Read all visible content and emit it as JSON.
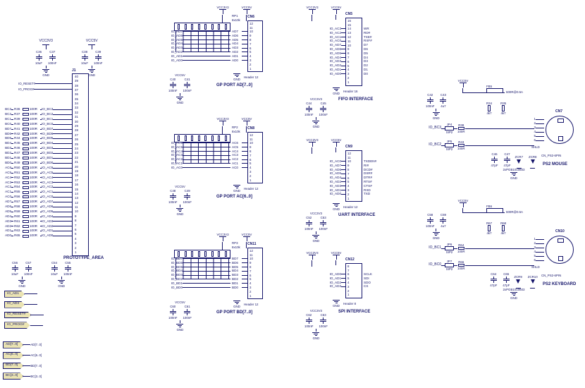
{
  "gnd": "GND",
  "left": {
    "rails": [
      {
        "name": "VCC3V3",
        "caps": [
          {
            "ref": "C36",
            "val": "10uF"
          },
          {
            "ref": "C37",
            "val": "100nF"
          }
        ],
        "gnd": "GND"
      },
      {
        "name": "VCC5V",
        "caps": [
          {
            "ref": "C38",
            "val": "10uF"
          },
          {
            "ref": "C39",
            "val": "100nF"
          }
        ],
        "gnd": "GND"
      }
    ],
    "reset": "IO_RESET#",
    "prog": "IO_PROG#",
    "j1": {
      "ref": "J1",
      "title": "PROTOTYPE_AREA",
      "pins": [
        40,
        39,
        38,
        37,
        36,
        35,
        34,
        33,
        32,
        31,
        30,
        29,
        28,
        27,
        26,
        25,
        24,
        23,
        22,
        21,
        20,
        19,
        18,
        17,
        16,
        15,
        14,
        13,
        12,
        11,
        10,
        9,
        8,
        7,
        6,
        5,
        4,
        3,
        2,
        1
      ]
    },
    "rows": [
      {
        "sig": "BC3",
        "ref": "R36",
        "val": "100R",
        "io": "IO_BC3"
      },
      {
        "sig": "BC2",
        "ref": "R37",
        "val": "100R",
        "io": "IO_BC2"
      },
      {
        "sig": "BC1",
        "ref": "R39",
        "val": "100R",
        "io": "IO_BC1"
      },
      {
        "sig": "BC0",
        "ref": "R40",
        "val": "100R",
        "io": "IO_BC0"
      },
      {
        "sig": "BD7",
        "ref": "R41",
        "val": "100R",
        "io": "IO_BD7"
      },
      {
        "sig": "BD6",
        "ref": "R42",
        "val": "100R",
        "io": "IO_BD6"
      },
      {
        "sig": "BD5",
        "ref": "R44",
        "val": "100R",
        "io": "IO_BD5"
      },
      {
        "sig": "BD4",
        "ref": "R45",
        "val": "100R",
        "io": "IO_BD4"
      },
      {
        "sig": "BD3",
        "ref": "R46",
        "val": "100R",
        "io": "IO_BD3"
      },
      {
        "sig": "BD2",
        "ref": "R47",
        "val": "100R",
        "io": "IO_BD2"
      },
      {
        "sig": "BD1",
        "ref": "R48",
        "val": "100R",
        "io": "IO_BD1"
      },
      {
        "sig": "BD0",
        "ref": "R49",
        "val": "100R",
        "io": "IO_BD0"
      },
      {
        "sig": "AC6",
        "ref": "R50",
        "val": "100R",
        "io": "IO_AC6"
      },
      {
        "sig": "AC5",
        "ref": "R51",
        "val": "100R",
        "io": "IO_AC5"
      },
      {
        "sig": "AC4",
        "ref": "R52",
        "val": "100R",
        "io": "IO_AC4"
      },
      {
        "sig": "AC3",
        "ref": "R53",
        "val": "100R",
        "io": "IO_AC3"
      },
      {
        "sig": "AC2",
        "ref": "R54",
        "val": "100R",
        "io": "IO_AC2"
      },
      {
        "sig": "AC1",
        "ref": "R55",
        "val": "100R",
        "io": "IO_AC1"
      },
      {
        "sig": "AC0",
        "ref": "R56",
        "val": "100R",
        "io": "IO_AC0"
      },
      {
        "sig": "AD7",
        "ref": "R57",
        "val": "100R",
        "io": "IO_AD7"
      },
      {
        "sig": "AD6",
        "ref": "R58",
        "val": "100R",
        "io": "IO_AD6"
      },
      {
        "sig": "AD5",
        "ref": "R59",
        "val": "100R",
        "io": "IO_AD5"
      },
      {
        "sig": "AD4",
        "ref": "R60",
        "val": "100R",
        "io": "IO_AD4"
      },
      {
        "sig": "AD3",
        "ref": "R61",
        "val": "100R",
        "io": "IO_AD3"
      },
      {
        "sig": "AD2",
        "ref": "R62",
        "val": "100R",
        "io": "IO_AD2"
      },
      {
        "sig": "AD1",
        "ref": "R63",
        "val": "100R",
        "io": "IO_AD1"
      },
      {
        "sig": "AD0",
        "ref": "R65",
        "val": "100R",
        "io": "IO_AD0"
      }
    ],
    "bottom_caps": [
      {
        "caps": [
          {
            "ref": "C56",
            "val": "10uF"
          },
          {
            "ref": "C57",
            "val": "100nF"
          }
        ],
        "gnd": "GND"
      },
      {
        "caps": [
          {
            "ref": "C54",
            "val": "10uF"
          },
          {
            "ref": "C55",
            "val": "100nF"
          }
        ],
        "gnd": "GND"
      }
    ],
    "tags": [
      "IO_AD1",
      "IO_AD3",
      "IO_RESET#",
      "IO_PROG#"
    ],
    "bus_ports": [
      {
        "port": "AD[7..0]",
        "net": "AD[7..0]"
      },
      {
        "port": "AC[6..0]",
        "net": "AC[6..0]"
      },
      {
        "port": "BD[7..0]",
        "net": "BD[7..0]"
      },
      {
        "port": "BC[3..0]",
        "net": "BC[3..0]"
      }
    ]
  },
  "gp_ports": [
    {
      "v1": "VCC3V3",
      "v2": "VCC5V",
      "rp": "RP1",
      "rp_val": "8x10k",
      "cn": "CN6",
      "header": "Header 12",
      "title": "GP PORT AD[7..0]",
      "gnd": "GND",
      "cap_rail": "VCC5V",
      "pins": [
        12,
        11,
        10,
        9,
        8,
        7,
        6,
        5,
        4,
        3,
        2,
        1
      ],
      "rows": [
        {
          "io": "IO_AD7",
          "net": "AD7"
        },
        {
          "io": "IO_AD6",
          "net": "AD6"
        },
        {
          "io": "IO_AD5",
          "net": "AD5"
        },
        {
          "io": "IO_AD4",
          "net": "AD4"
        },
        {
          "io": "IO_AD3",
          "net": "AD3"
        },
        {
          "io": "IO_AD2",
          "net": "AD2"
        },
        {
          "io": "IO_AD1",
          "net": "AD1"
        },
        {
          "io": "IO_AD0",
          "net": "AD0"
        }
      ],
      "caps": [
        {
          "ref": "C40",
          "val": "100nF"
        },
        {
          "ref": "C41",
          "val": "100nF"
        }
      ]
    },
    {
      "v1": "VCC3V3",
      "v2": "VCC5V",
      "rp": "RP2",
      "rp_val": "8x10k",
      "cn": "CN8",
      "header": "Header 12",
      "title": "GP PORT AC[6..0]",
      "gnd": "GND",
      "cap_rail": "VCC5V",
      "pins": [
        12,
        11,
        10,
        9,
        8,
        7,
        6,
        5,
        4,
        3,
        2,
        1
      ],
      "rows": [
        {
          "io": "IO_AC6",
          "net": "AC6"
        },
        {
          "io": "IO_AC5",
          "net": "AC5"
        },
        {
          "io": "IO_AC4",
          "net": "AC4"
        },
        {
          "io": "IO_AC3",
          "net": "AC3"
        },
        {
          "io": "IO_AC2",
          "net": "AC2"
        },
        {
          "io": "IO_AC1",
          "net": "AC1"
        },
        {
          "io": "IO_AC0",
          "net": "AC0"
        }
      ],
      "caps": [
        {
          "ref": "C48",
          "val": "100nF"
        },
        {
          "ref": "C49",
          "val": "100nF"
        }
      ]
    },
    {
      "v1": "VCC3V3",
      "v2": "VCC5V",
      "rp": "RP3",
      "rp_val": "8x10k",
      "cn": "CN11",
      "header": "Header 12",
      "title": "GP PORT BD[7..0]",
      "gnd": "GND",
      "cap_rail": "VCC5V",
      "pins": [
        12,
        11,
        10,
        9,
        8,
        7,
        6,
        5,
        4,
        3,
        2,
        1
      ],
      "rows": [
        {
          "io": "IO_BD7",
          "net": "BD7"
        },
        {
          "io": "IO_BD6",
          "net": "BD6"
        },
        {
          "io": "IO_BD5",
          "net": "BD5"
        },
        {
          "io": "IO_BD4",
          "net": "BD4"
        },
        {
          "io": "IO_BD3",
          "net": "BD3"
        },
        {
          "io": "IO_BD2",
          "net": "BD2"
        },
        {
          "io": "IO_BD1",
          "net": "BD1"
        },
        {
          "io": "IO_BD0",
          "net": "BD0"
        }
      ],
      "caps": [
        {
          "ref": "C60",
          "val": "100nF"
        },
        {
          "ref": "C61",
          "val": "100nF"
        }
      ]
    }
  ],
  "interfaces": [
    {
      "v1": "VCC3V3",
      "v2": "VCC5V",
      "cn": "CN5",
      "header": "Header 16",
      "title": "FIFO INTERFACE",
      "gnd": "GND",
      "cap_rail": "VCC3V3",
      "pins": [
        16,
        15,
        14,
        13,
        12,
        11,
        10,
        9,
        8,
        7,
        6,
        5,
        4,
        3,
        2,
        1
      ],
      "rows": [
        {
          "io": "IO_AC3",
          "sig": "WR"
        },
        {
          "io": "IO_AC2",
          "sig": "RD#"
        },
        {
          "io": "IO_AC1",
          "sig": "TXE#"
        },
        {
          "io": "IO_AC0",
          "sig": "RXF#"
        },
        {
          "io": "IO_AD7",
          "sig": "D7"
        },
        {
          "io": "IO_AD6",
          "sig": "D6"
        },
        {
          "io": "IO_AD5",
          "sig": "D5"
        },
        {
          "io": "IO_AD4",
          "sig": "D4"
        },
        {
          "io": "IO_AD3",
          "sig": "D3"
        },
        {
          "io": "IO_AD2",
          "sig": "D2"
        },
        {
          "io": "IO_AD1",
          "sig": "D1"
        },
        {
          "io": "IO_AD0",
          "sig": "D0"
        }
      ],
      "caps": [
        {
          "ref": "C44",
          "val": "100nF"
        },
        {
          "ref": "C45",
          "val": "100nF"
        }
      ]
    },
    {
      "v1": "VCC3V3",
      "v2": "VCC5V",
      "cn": "CN9",
      "header": "Header 12",
      "title": "UART INTERFACE",
      "gnd": "GND",
      "cap_rail": "VCC3V3",
      "pins": [
        12,
        11,
        10,
        9,
        8,
        7,
        6,
        5,
        4,
        3,
        2,
        1
      ],
      "rows": [
        {
          "io": "IO_AC0",
          "sig": "TXDEN#"
        },
        {
          "io": "IO_AD7",
          "sig": "RI#"
        },
        {
          "io": "IO_AD6",
          "sig": "DCD#"
        },
        {
          "io": "IO_AD5",
          "sig": "DSR#"
        },
        {
          "io": "IO_AD4",
          "sig": "DTR#"
        },
        {
          "io": "IO_AD2",
          "sig": "RTS#"
        },
        {
          "io": "IO_AD3",
          "sig": "CTS#"
        },
        {
          "io": "IO_AD1",
          "sig": "RXD"
        },
        {
          "io": "IO_AD0",
          "sig": "TXD"
        }
      ],
      "caps": [
        {
          "ref": "C52",
          "val": "100nF"
        },
        {
          "ref": "C53",
          "val": "100nF"
        }
      ]
    },
    {
      "v1": "VCC3V3",
      "v2": "VCC5V",
      "cn": "CN12",
      "header": "Header 8",
      "title": "SPI INTERFACE",
      "gnd": "GND",
      "cap_rail": "VCC3V3",
      "pins": [
        8,
        7,
        6,
        5,
        4,
        3,
        2,
        1
      ],
      "rows": [
        {
          "io": "IO_AD0",
          "sig": "SCLK"
        },
        {
          "io": "IO_AD1",
          "sig": "SDI"
        },
        {
          "io": "IO_AD2",
          "sig": "SDO"
        },
        {
          "io": "IO_AD3",
          "sig": "CS"
        }
      ],
      "caps": [
        {
          "ref": "C62",
          "val": "100nF"
        },
        {
          "ref": "C63",
          "val": "100nF"
        }
      ]
    }
  ],
  "ps2": [
    {
      "rail": "VCC5V",
      "fb": "FB5",
      "fb_val": "600R@0.5A",
      "top_caps": [
        {
          "ref": "C42",
          "val": "100nF"
        },
        {
          "ref": "C43",
          "val": "4u7"
        }
      ],
      "pullups": [
        {
          "ref": "R34",
          "val": "4k7"
        },
        {
          "ref": "R35",
          "val": "4k7"
        }
      ],
      "jumpers": [
        {
          "io": "IO_BC3",
          "ref": "JP4",
          "val": "SIP2",
          "series_ref": "R38",
          "series_val": "100R"
        },
        {
          "io": "IO_BC2",
          "ref": "JP5",
          "val": "SIP2",
          "series_ref": "R43",
          "series_val": "100R"
        }
      ],
      "tvs_caps": [
        {
          "ref": "C46",
          "val": "47pF"
        },
        {
          "ref": "C47",
          "val": "47pF"
        }
      ],
      "tvs": [
        {
          "ref": "ZCR7"
        },
        {
          "ref": "ZCR8"
        }
      ],
      "tvs_val": "2xPGB1010603",
      "cn": "CN7",
      "cn_type": "CN_PS2-6PIN",
      "pins": [
        1,
        2,
        3,
        4,
        5,
        6
      ],
      "shld": "SHLD",
      "title": "PS2 MOUSE",
      "gnd": "GND"
    },
    {
      "rail": "VCC5V",
      "fb": "FB6",
      "fb_val": "600R@0.5A",
      "top_caps": [
        {
          "ref": "C58",
          "val": "100nF"
        },
        {
          "ref": "C59",
          "val": "4u7"
        }
      ],
      "pullups": [
        {
          "ref": "R67",
          "val": "4k7"
        },
        {
          "ref": "R68",
          "val": "4k7"
        }
      ],
      "jumpers": [
        {
          "io": "IO_BC1",
          "ref": "JP6",
          "val": "SIP2",
          "series_ref": "R64",
          "series_val": "100R"
        },
        {
          "io": "IO_BC0",
          "ref": "JP7",
          "val": "SIP2",
          "series_ref": "R66",
          "series_val": "100R"
        }
      ],
      "tvs_caps": [
        {
          "ref": "C64",
          "val": "47pF"
        },
        {
          "ref": "C65",
          "val": "47pF"
        }
      ],
      "tvs": [
        {
          "ref": "ZCR9"
        },
        {
          "ref": "ZCR10"
        }
      ],
      "tvs_val": "2xPGB1010603",
      "cn": "CN10",
      "cn_type": "CN_PS2-6PIN",
      "pins": [
        1,
        2,
        3,
        4,
        5,
        6
      ],
      "shld": "SHLD",
      "title": "PS2 KEYBOARD",
      "gnd": "GND"
    }
  ]
}
